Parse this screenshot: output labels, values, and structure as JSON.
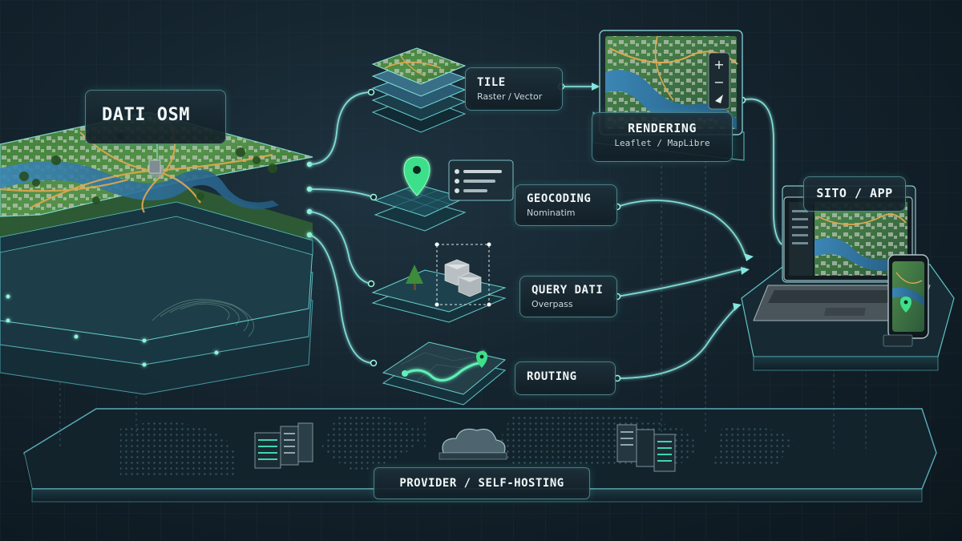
{
  "diagram": {
    "nodes": {
      "osm": {
        "title": "DATI OSM"
      },
      "tile": {
        "title": "TILE",
        "subtitle": "Raster / Vector"
      },
      "geocoding": {
        "title": "GEOCODING",
        "subtitle": "Nominatim"
      },
      "query": {
        "title": "QUERY DATI",
        "subtitle": "Overpass"
      },
      "routing": {
        "title": "ROUTING"
      },
      "rendering": {
        "title": "RENDERING",
        "subtitle": "Leaflet / MapLibre"
      },
      "sito": {
        "title": "SITO / APP"
      },
      "provider": {
        "title": "PROVIDER / SELF-HOSTING"
      }
    },
    "edges": [
      {
        "from": "osm",
        "to": "tile"
      },
      {
        "from": "osm",
        "to": "geocoding"
      },
      {
        "from": "osm",
        "to": "query"
      },
      {
        "from": "osm",
        "to": "routing"
      },
      {
        "from": "tile",
        "to": "rendering"
      },
      {
        "from": "rendering",
        "to": "sito"
      },
      {
        "from": "geocoding",
        "to": "sito"
      },
      {
        "from": "query",
        "to": "sito"
      },
      {
        "from": "routing",
        "to": "sito"
      }
    ],
    "map_controls": {
      "zoom_in": "+",
      "zoom_out": "−"
    },
    "colors": {
      "accent": "#5ff0b8",
      "link": "#86e6df",
      "panel_border": "#78c8d2",
      "background": "#14232d",
      "map_green": "#3f8a3a",
      "water": "#2c6e9a",
      "road": "#e0a850"
    }
  }
}
